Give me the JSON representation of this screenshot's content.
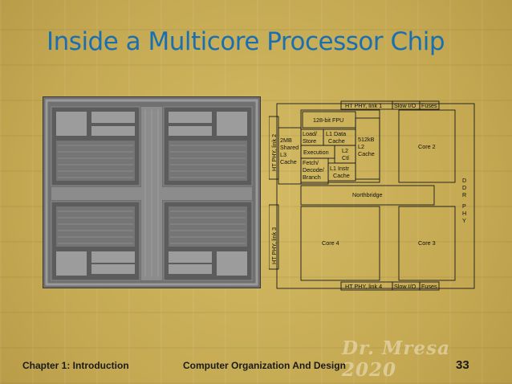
{
  "slide": {
    "title": "Inside a Multicore Processor Chip",
    "footer_left": "Chapter 1: Introduction",
    "footer_center": "Computer Organization And Design",
    "page_number": "33",
    "watermark": "Dr. Mresa 2020"
  },
  "diagram": {
    "ht_top": "HT PHY, link 1",
    "slow_io_top": "Slow I/O",
    "fuses_top": "Fuses",
    "ht_left_top": "HT PHY, link 2",
    "ht_left_bottom": "HT PHY, link 3",
    "ht_bottom": "HT PHY, link 4",
    "slow_io_bottom": "Slow I/O",
    "fuses_bottom": "Fuses",
    "fpu": "128-bit FPU",
    "l3_line1": "2MB",
    "l3_line2": "Shared",
    "l3_line3": "L3",
    "l3_line4": "Cache",
    "load_line1": "Load/",
    "load_line2": "Store",
    "l1d_line1": "L1 Data",
    "l1d_line2": "Cache",
    "execution": "Execution",
    "l2ctl_line1": "L2",
    "l2ctl_line2": "Ctl",
    "fetch_line1": "Fetch/",
    "fetch_line2": "Decode/",
    "fetch_line3": "Branch",
    "l1i_line1": "L1 Instr",
    "l1i_line2": "Cache",
    "l2_line1": "512kB",
    "l2_line2": "L2",
    "l2_line3": "Cache",
    "core2": "Core 2",
    "northbridge": "Northbridge",
    "core4": "Core 4",
    "core3": "Core 3",
    "ddr": [
      "D",
      "D",
      "R",
      "",
      "P",
      "H",
      "Y"
    ]
  }
}
